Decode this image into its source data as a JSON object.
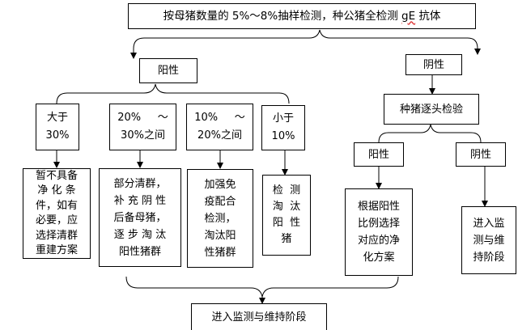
{
  "title_prefix": "按母猪数量的 5%～8%抽样检测，种公猪全检测 ",
  "title_ge": "gE",
  "title_suffix": " 抗体",
  "positive": "阳性",
  "negative": "阴性",
  "pos_branches": {
    "over30": "大于\n30%",
    "r20_30": "20%     ～\n30%之间",
    "r10_20": "10%     ～\n20%之间",
    "under10": "小于\n10%"
  },
  "pos_actions": {
    "a1": "暂不具备\n净 化 条\n件，如有\n必要，应\n选择清群\n重建方案",
    "a2": "部分清群，\n补 充 阴 性\n后备母猪，\n逐 步 淘 汰\n阳性猪群",
    "a3": "加强免\n疫配合\n检测，\n淘汰阳\n性猪群",
    "a4": "检  测\n淘  汰\n阳  性\n猪"
  },
  "boar_test": "种猪逐头检验",
  "boar_positive": "阳性",
  "boar_negative": "阴性",
  "boar_pos_action": "根据阳性\n比例选择\n对应的净\n化方案",
  "boar_neg_action": "进入监\n测与维\n持阶段",
  "final": "进入监测与维持阶段"
}
